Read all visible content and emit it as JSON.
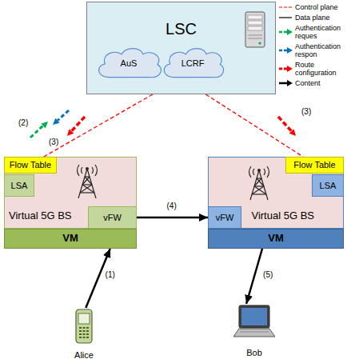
{
  "diagram": {
    "nodes": [
      {
        "text": [
          "LSC"
        ]
      },
      {
        "text": [
          "AuS"
        ],
        "in": 0
      },
      {
        "text": [
          "LCRF"
        ],
        "in": 0
      },
      {
        "text": [
          "Virtual 5G BS"
        ]
      },
      {
        "text": [
          "Flow Table"
        ],
        "in": 3
      },
      {
        "text": [
          "LSA"
        ],
        "in": 3
      },
      {
        "text": [
          "vFW"
        ],
        "in": 3
      },
      {
        "text": [
          "VM"
        ]
      },
      {
        "text": [
          "Virtual 5G BS"
        ]
      },
      {
        "text": [
          "Flow Table"
        ],
        "in": 8
      },
      {
        "text": [
          "LSA"
        ],
        "in": 8
      },
      {
        "text": [
          "vFW"
        ],
        "in": 8
      },
      {
        "text": [
          "VM"
        ]
      },
      {
        "text": [
          "Alice"
        ]
      },
      {
        "text": [
          "Bob"
        ]
      }
    ],
    "edges": [
      {
        "from": 0,
        "to": 3,
        "arrow": "none"
      },
      {
        "from": 0,
        "to": 8,
        "arrow": "none"
      },
      {
        "from": 13,
        "to": 7,
        "arrow": "to",
        "label": "(1)"
      },
      {
        "from": 6,
        "to": 11,
        "arrow": "to",
        "label": "(4)"
      },
      {
        "from": 12,
        "to": 14,
        "arrow": "to",
        "label": "(5)"
      }
    ],
    "labels": [
      "(2)",
      "(3)",
      "(3)"
    ],
    "legend": [
      {
        "text": "Control plane"
      },
      {
        "text": "Data plane"
      },
      {
        "text": "Authentication reques"
      },
      {
        "text": "Authentication respon"
      },
      {
        "text": "Route configuration"
      },
      {
        "text": "Content"
      }
    ]
  }
}
